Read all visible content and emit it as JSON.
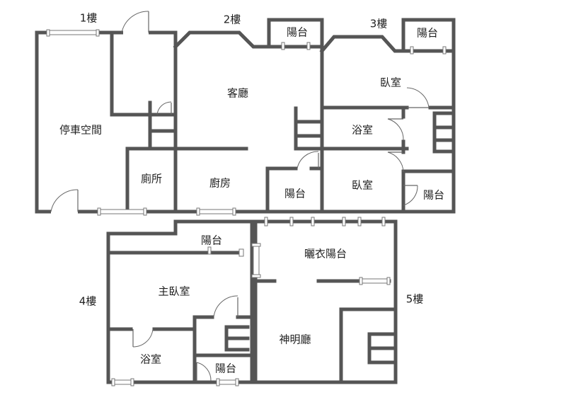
{
  "floors": {
    "f1": "1樓",
    "f2": "2樓",
    "f3": "3樓",
    "f4": "4樓",
    "f5": "5樓"
  },
  "rooms": {
    "parking": "停車空間",
    "toilet": "廁所",
    "living": "客廳",
    "kitchen": "廚房",
    "balcony_2f_top": "陽台",
    "balcony_2f_kitchen": "陽台",
    "bedroom_3f_top": "臥室",
    "bath_3f": "浴室",
    "bedroom_3f_bottom": "臥室",
    "balcony_3f_top": "陽台",
    "balcony_3f_bottom": "陽台",
    "balcony_4f_top": "陽台",
    "master_bedroom": "主臥室",
    "bath_4f": "浴室",
    "balcony_4f_bottom": "陽台",
    "drying_balcony": "曬衣陽台",
    "shrine_hall": "神明廳"
  },
  "colors": {
    "wall": "#555555",
    "window": "#777777",
    "background": "#ffffff"
  }
}
